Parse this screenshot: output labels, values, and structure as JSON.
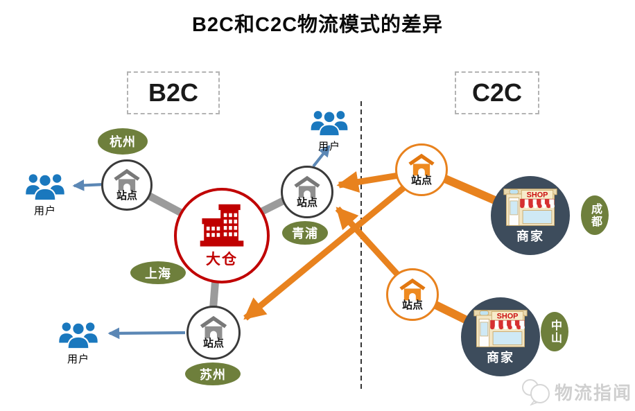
{
  "title": "B2C和C2C物流模式的差异",
  "sections": {
    "b2c": "B2C",
    "c2c": "C2C"
  },
  "labels": {
    "station": "站点",
    "user": "用户",
    "merchant": "商家",
    "warehouse": "大仓",
    "shop_sign": "SHOP"
  },
  "cities": {
    "hangzhou": "杭州",
    "shanghai": "上海",
    "qingpu": "青浦",
    "suzhou": "苏州",
    "chengdu": "成都",
    "zhongshan": "中山"
  },
  "watermark": "物流指闻",
  "colors": {
    "orange": "#E8821E",
    "red": "#C00000",
    "olive": "#6E7F3C",
    "navy": "#3D4C5C",
    "people_blue": "#1A78BE",
    "arrow_blue": "#5B87B5",
    "link_gray": "#9B9B9B"
  }
}
